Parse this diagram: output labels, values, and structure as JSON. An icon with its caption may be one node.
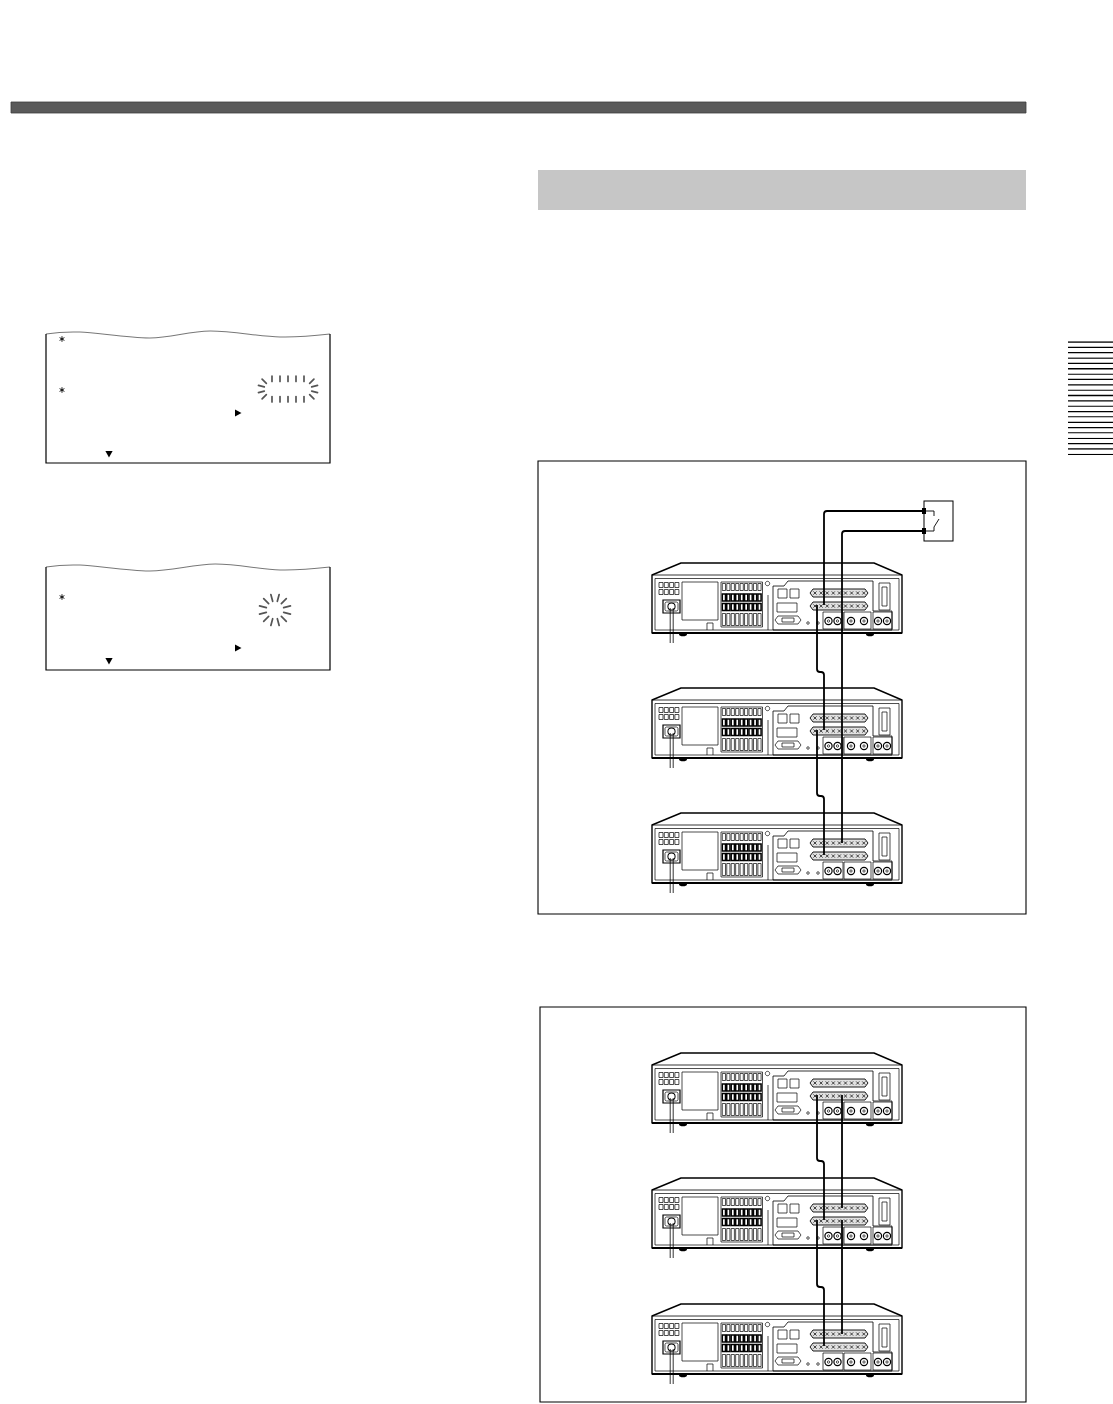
{
  "diagram": {
    "nodes": [
      {
        "text": [],
        "shape": "bar"
      },
      {
        "text": [],
        "shape": "box"
      },
      {
        "text": [],
        "shape": "picture"
      },
      {
        "text": [],
        "shape": "picture"
      },
      {
        "text": [],
        "shape": "picture"
      },
      {
        "text": [],
        "shape": "picture"
      },
      {
        "text": [],
        "shape": "picture"
      },
      {
        "text": [],
        "shape": "picture"
      }
    ],
    "edges": [
      {
        "from": 1,
        "to": 2,
        "arrow": "none"
      },
      {
        "from": 1,
        "to": 2,
        "arrow": "none"
      },
      {
        "from": 2,
        "to": 3,
        "arrow": "none"
      },
      {
        "from": 2,
        "to": 3,
        "arrow": "none"
      },
      {
        "from": 3,
        "to": 4,
        "arrow": "none"
      },
      {
        "from": 3,
        "to": 4,
        "arrow": "none"
      },
      {
        "from": 5,
        "to": 6,
        "arrow": "none"
      },
      {
        "from": 5,
        "to": 6,
        "arrow": "none"
      },
      {
        "from": 6,
        "to": 7,
        "arrow": "none"
      },
      {
        "from": 6,
        "to": 7,
        "arrow": "none"
      }
    ]
  }
}
